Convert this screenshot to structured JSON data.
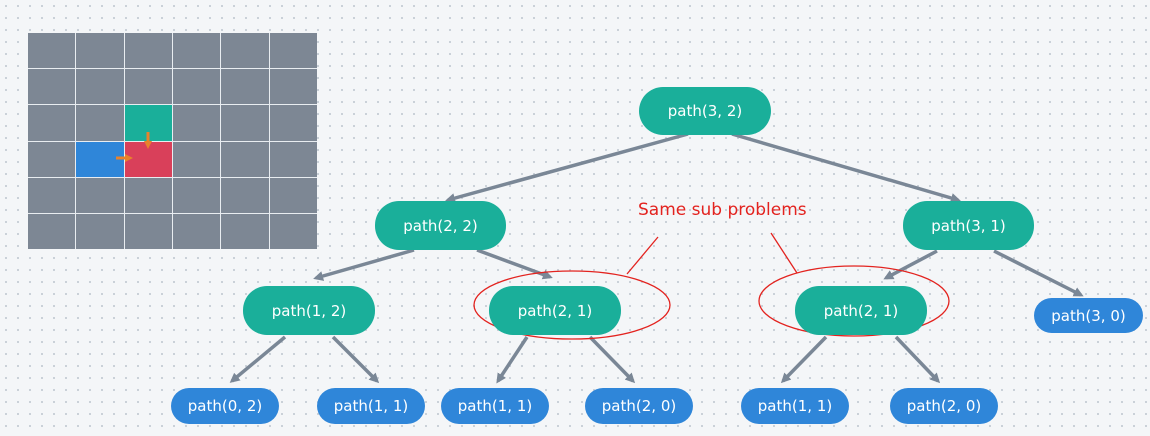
{
  "grid": {
    "rows": 6,
    "cols": 6
  },
  "colors": {
    "cell": "#7d8794",
    "teal": "#1aaf9a",
    "blue": "#2f86d9",
    "red": "#d9405a",
    "arrow": "#e8822c",
    "edge": "#7a8796",
    "annotation": "#e3231f"
  },
  "tree": {
    "root": "path(3, 2)",
    "level1": [
      "path(2, 2)",
      "path(3, 1)"
    ],
    "level2": [
      "path(1, 2)",
      "path(2, 1)",
      "path(2, 1)",
      "path(3, 0)"
    ],
    "level3": [
      "path(0, 2)",
      "path(1, 1)",
      "path(1, 1)",
      "path(2, 0)",
      "path(1, 1)",
      "path(2, 0)"
    ]
  },
  "annotation": {
    "text": "Same sub problems"
  }
}
